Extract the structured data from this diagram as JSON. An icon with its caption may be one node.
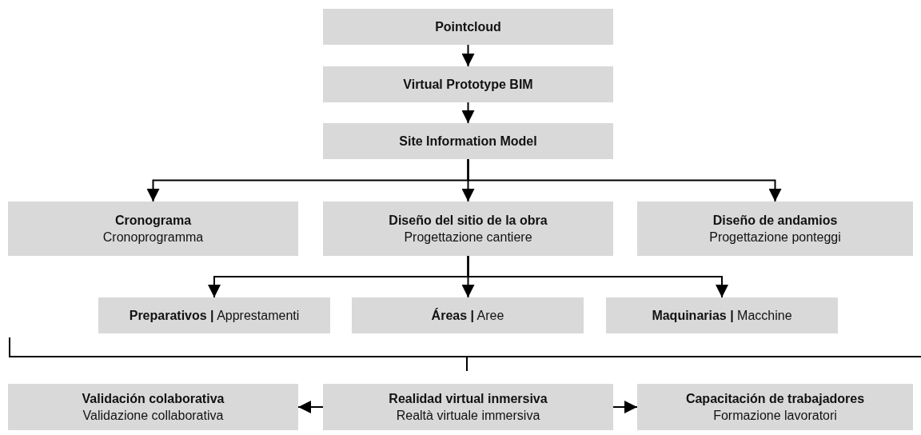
{
  "diagram": {
    "nodes": [
      {
        "text": [
          "Pointcloud"
        ]
      },
      {
        "text": [
          "Virtual Prototype BIM"
        ]
      },
      {
        "text": [
          "Site Information Model"
        ]
      },
      {
        "text": [
          "Cronograma",
          "Cronoprogramma"
        ]
      },
      {
        "text": [
          "Diseño del sitio de la obra",
          "Progettazione cantiere"
        ]
      },
      {
        "text": [
          "Diseño de andamios",
          "Progettazione ponteggi"
        ]
      },
      {
        "text": [
          "**Preparativos |** Apprestamenti"
        ]
      },
      {
        "text": [
          "**Áreas |** Aree"
        ]
      },
      {
        "text": [
          "**Maquinarias |** Macchine"
        ]
      },
      {
        "text": [
          "Validación colaborativa",
          "Validazione collaborativa"
        ]
      },
      {
        "text": [
          "Realidad virtual inmersiva",
          "Realtà virtuale immersiva"
        ]
      },
      {
        "text": [
          "Capacitación de trabajadores",
          "Formazione lavoratori"
        ]
      }
    ],
    "edges": [
      {
        "from": 0,
        "to": 1,
        "arrow": "to"
      },
      {
        "from": 1,
        "to": 2,
        "arrow": "to"
      },
      {
        "from": 2,
        "to": 3,
        "arrow": "to"
      },
      {
        "from": 2,
        "to": 4,
        "arrow": "to"
      },
      {
        "from": 2,
        "to": 5,
        "arrow": "to"
      },
      {
        "from": 4,
        "to": 6,
        "arrow": "to"
      },
      {
        "from": 4,
        "to": 7,
        "arrow": "to"
      },
      {
        "from": 4,
        "to": 8,
        "arrow": "to"
      },
      {
        "from": 10,
        "to": 9,
        "arrow": "to"
      },
      {
        "from": 10,
        "to": 11,
        "arrow": "to"
      }
    ]
  }
}
